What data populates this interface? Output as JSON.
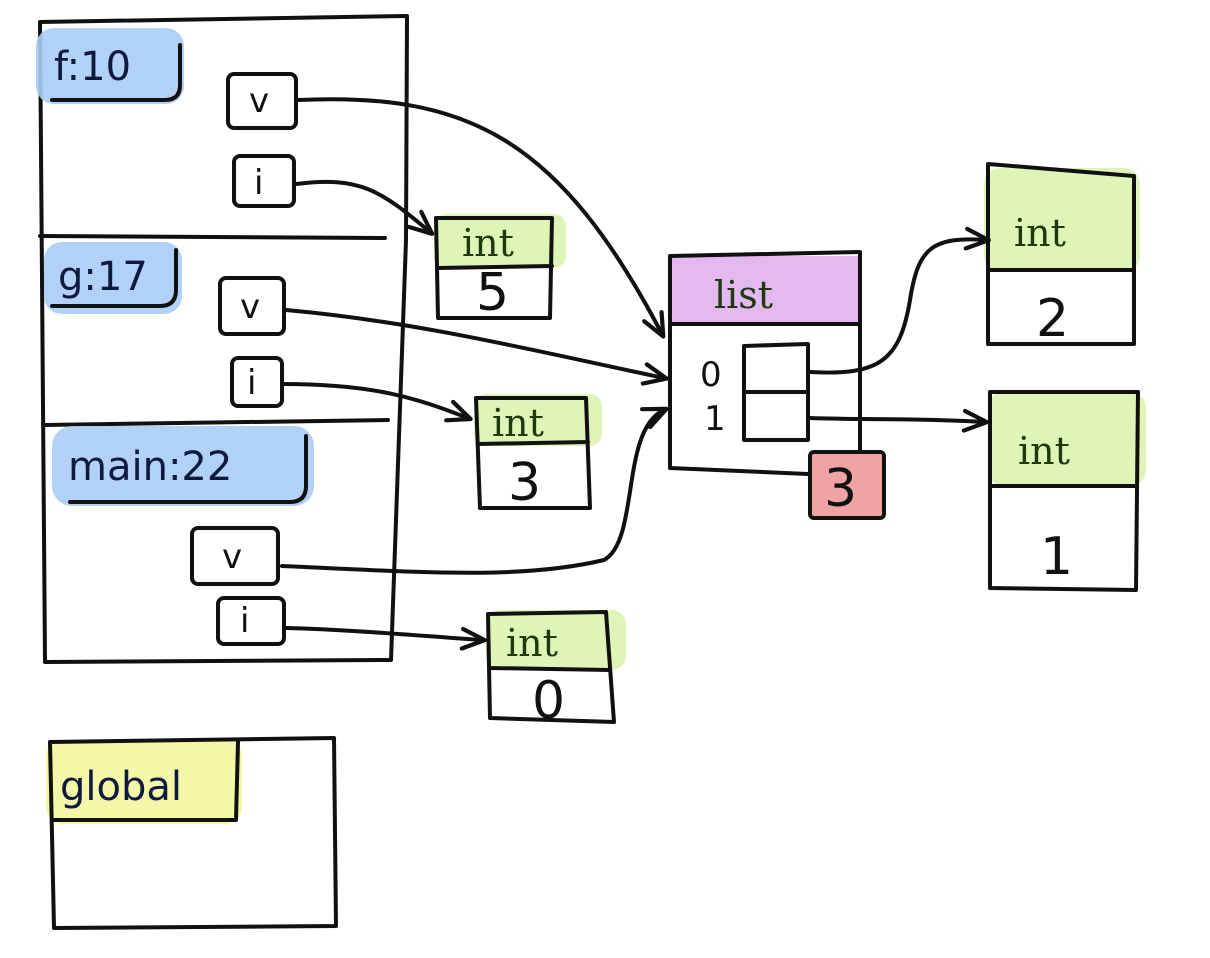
{
  "frames": [
    {
      "label": "f:10",
      "vars": [
        "v",
        "i"
      ]
    },
    {
      "label": "g:17",
      "vars": [
        "v",
        "i"
      ]
    },
    {
      "label": "main:22",
      "vars": [
        "v",
        "i"
      ]
    }
  ],
  "global_frame": {
    "label": "global"
  },
  "int_objects": [
    {
      "type": "int",
      "value": "5"
    },
    {
      "type": "int",
      "value": "3"
    },
    {
      "type": "int",
      "value": "0"
    },
    {
      "type": "int",
      "value": "2"
    },
    {
      "type": "int",
      "value": "1"
    }
  ],
  "list_object": {
    "type": "list",
    "indices": [
      "0",
      "1"
    ],
    "refcount": "3"
  },
  "colors": {
    "frame_highlight": "#a9ccf5",
    "int_highlight": "#dff5b8",
    "list_highlight": "#e3b8f0",
    "global_highlight": "#f3f5a3",
    "refcount_fill": "#f0a3a3",
    "ink": "#111111"
  }
}
